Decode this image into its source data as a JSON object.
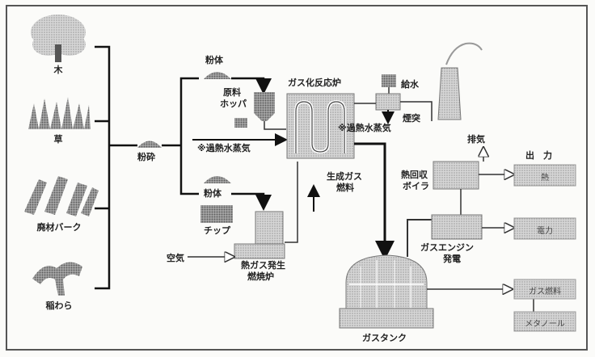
{
  "sources": {
    "wood": "木",
    "grass": "草",
    "bark": "廃材バーク",
    "straw": "稲わら"
  },
  "crushing": "粉砕",
  "powder_top": "粉体",
  "powder_bottom": "粉体",
  "hopper": [
    "原料",
    "ホッパ"
  ],
  "steam_left": "※過熱水蒸気",
  "reactor": "ガス化反応炉",
  "water_supply": "給水",
  "chimney": "煙突",
  "steam_right": "※過熱水蒸気",
  "chips": "チップ",
  "air": "空気",
  "heat_gas_furnace": [
    "熱ガス発生",
    "燃焼炉"
  ],
  "product_gas": [
    "生成ガス",
    "燃料"
  ],
  "exhaust": "排気",
  "heat_recovery_boiler": [
    "熱回収",
    "ボイラ"
  ],
  "gas_engine": [
    "ガスエンジン",
    "発電"
  ],
  "gas_tank": "ガスタンク",
  "output_header": "出　力",
  "outputs": {
    "heat": "熱",
    "power": "電力",
    "gas_fuel": "ガス燃料",
    "methanol": "メタノール"
  }
}
